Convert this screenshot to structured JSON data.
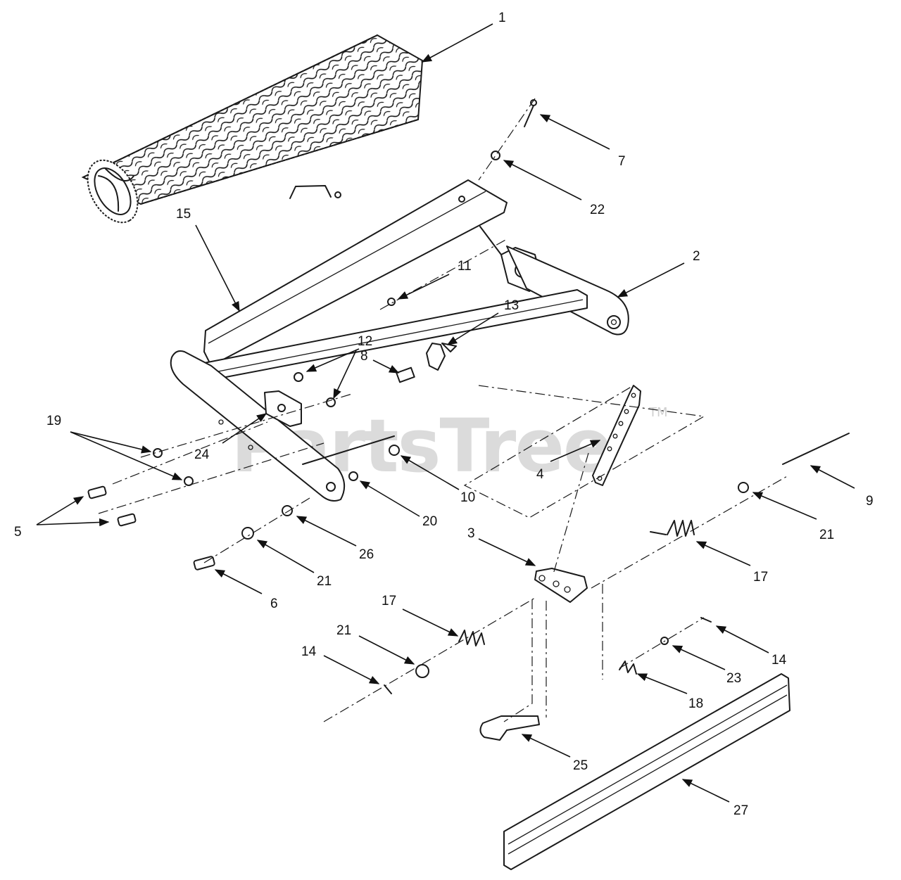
{
  "watermark": {
    "text": "PartsTree",
    "trademark": "TM"
  },
  "callouts": {
    "c1": "1",
    "c2": "2",
    "c3": "3",
    "c4": "4",
    "c5": "5",
    "c6": "6",
    "c7": "7",
    "c8": "8",
    "c9": "9",
    "c10": "10",
    "c11": "11",
    "c12": "12",
    "c13": "13",
    "c14a": "14",
    "c14b": "14",
    "c15": "15",
    "c17a": "17",
    "c17b": "17",
    "c18": "18",
    "c19": "19",
    "c20": "20",
    "c21a": "21",
    "c21b": "21",
    "c21c": "21",
    "c22": "22",
    "c23": "23",
    "c24": "24",
    "c25": "25",
    "c26": "26",
    "c27": "27"
  }
}
